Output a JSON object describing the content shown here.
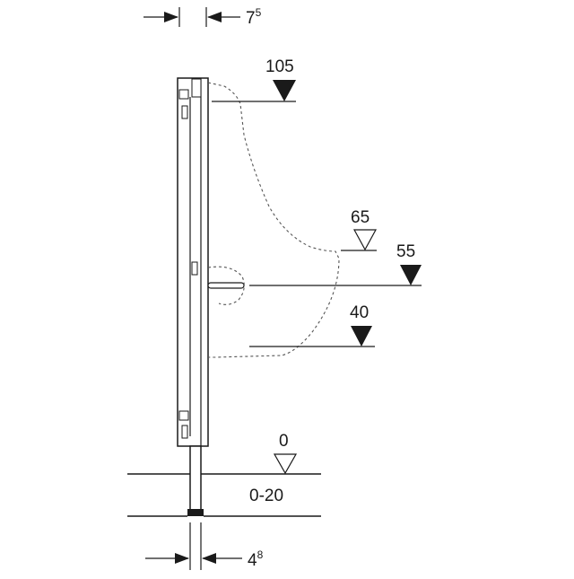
{
  "dimensions": {
    "top_width": {
      "base": "7",
      "sup": "5"
    },
    "bottom_width": {
      "base": "4",
      "sup": "8"
    }
  },
  "levels": [
    {
      "id": "level-105",
      "label": "105",
      "marker": "filled"
    },
    {
      "id": "level-65",
      "label": "65",
      "marker": "outline"
    },
    {
      "id": "level-55",
      "label": "55",
      "marker": "filled"
    },
    {
      "id": "level-40",
      "label": "40",
      "marker": "filled"
    },
    {
      "id": "level-0",
      "label": "0",
      "marker": "outline"
    }
  ],
  "floor_range": {
    "label": "0-20"
  },
  "colors": {
    "line": "#1a1a1a",
    "dash": "#555555",
    "background": "#ffffff"
  }
}
